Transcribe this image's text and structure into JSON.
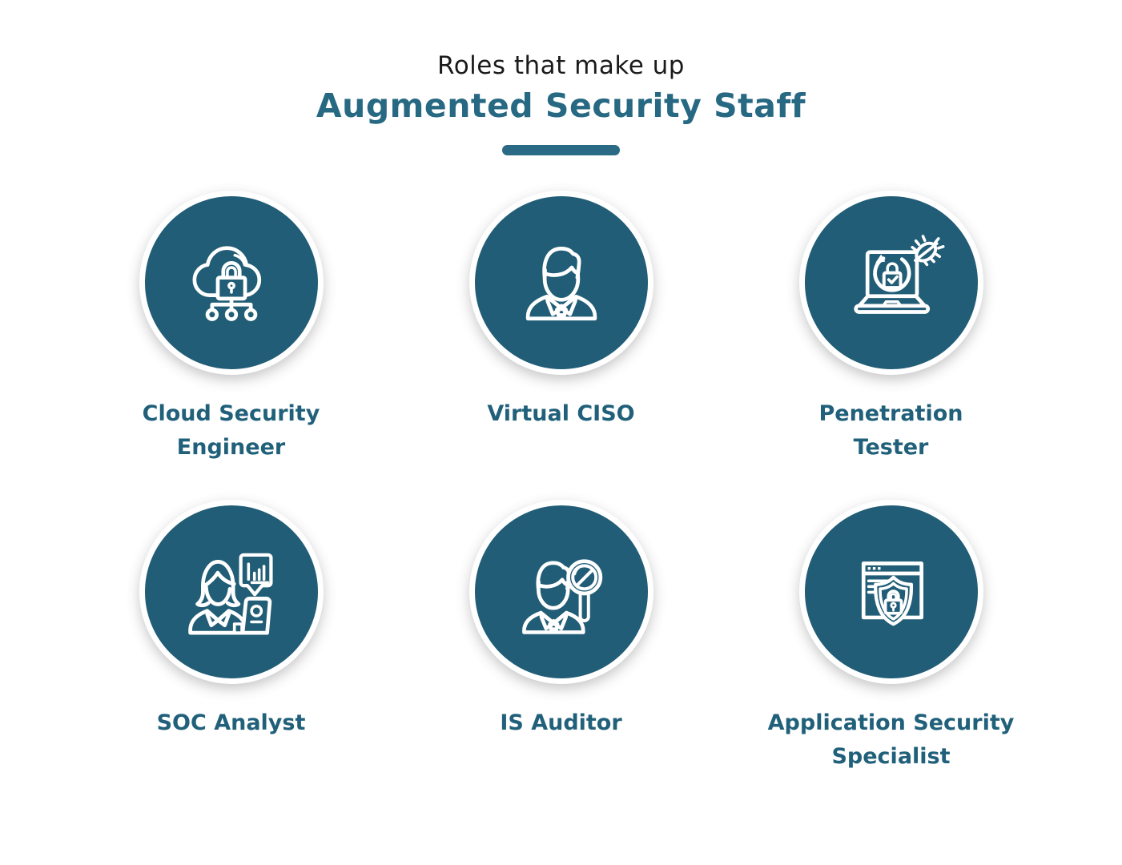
{
  "title": {
    "line1": "Roles that make up",
    "line2": "Augmented Security Staff"
  },
  "colors": {
    "title_primary": "#1B1B1B",
    "title_accent": "#276882",
    "underline": "#2A6A85",
    "circle_fill": "#215D76",
    "label_text": "#21607A",
    "icon_stroke": "#FFFFFF"
  },
  "roles": [
    {
      "icon": "cloud-lock-network-icon",
      "lines": [
        "Cloud Security",
        "Engineer"
      ]
    },
    {
      "icon": "businessman-icon",
      "lines": [
        "Virtual CISO"
      ]
    },
    {
      "icon": "laptop-bug-scan-icon",
      "lines": [
        "Penetration",
        "Tester"
      ]
    },
    {
      "icon": "analyst-woman-chart-icon",
      "lines": [
        "SOC Analyst"
      ]
    },
    {
      "icon": "person-magnifier-icon",
      "lines": [
        "IS Auditor"
      ]
    },
    {
      "icon": "browser-shield-lock-icon",
      "lines": [
        "Application Security",
        "Specialist"
      ]
    }
  ]
}
